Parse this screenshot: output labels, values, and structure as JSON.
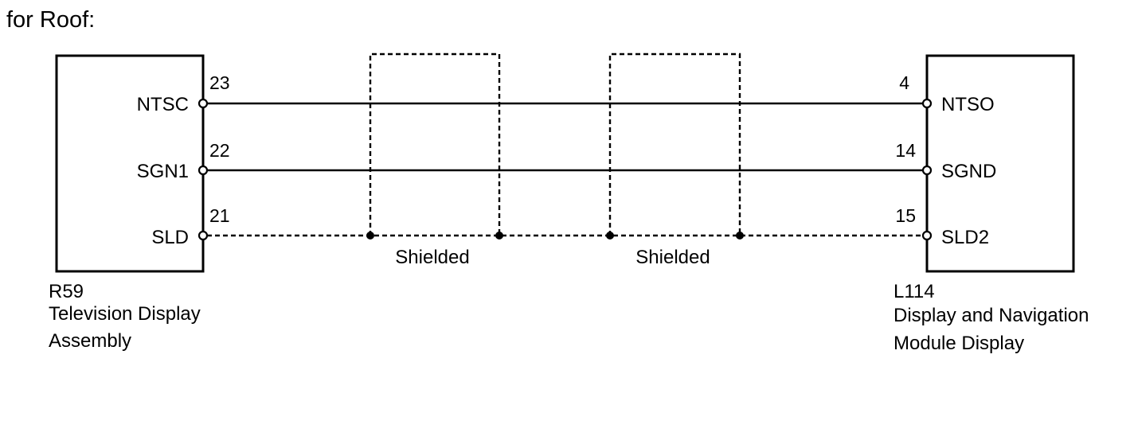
{
  "title": "for Roof:",
  "left_component": {
    "code": "R59",
    "name_line1": "Television Display",
    "name_line2": "Assembly",
    "terminals": [
      {
        "pin": "23",
        "signal": "NTSC"
      },
      {
        "pin": "22",
        "signal": "SGN1"
      },
      {
        "pin": "21",
        "signal": "SLD"
      }
    ]
  },
  "right_component": {
    "code": "L114",
    "name_line1": "Display and Navigation",
    "name_line2": "Module Display",
    "terminals": [
      {
        "pin": "4",
        "signal": "NTSO"
      },
      {
        "pin": "14",
        "signal": "SGND"
      },
      {
        "pin": "15",
        "signal": "SLD2"
      }
    ]
  },
  "shields": [
    {
      "label": "Shielded"
    },
    {
      "label": "Shielded"
    }
  ]
}
